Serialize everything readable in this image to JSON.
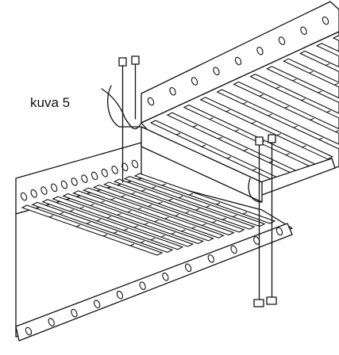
{
  "figure": {
    "caption": "kuva 5",
    "line_color": "#111111",
    "background_color": "#ffffff"
  },
  "upper_tray": {
    "rung_count": 12,
    "hole_count": 9
  },
  "lower_tray": {
    "rung_count": 12,
    "hole_count": 12
  },
  "hardware": {
    "bolt_pairs": 2,
    "nut_pairs": 1
  }
}
